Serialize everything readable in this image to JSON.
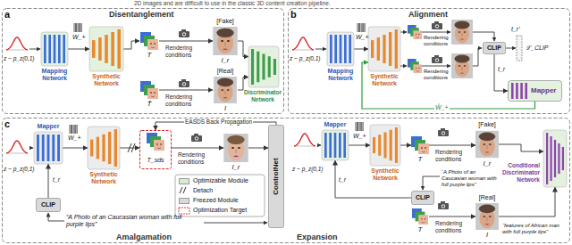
{
  "diagram": {
    "nodes": [
      {
        "text": [
          "a",
          "Disentanglement"
        ]
      },
      {
        "text": [
          "Mapping Network"
        ],
        "in": 0
      },
      {
        "text": [
          "Synthetic Network"
        ],
        "in": 0
      },
      {
        "text": [
          "T"
        ],
        "in": 0
      },
      {
        "text": [
          "[Fake]",
          "I_r"
        ],
        "in": 0
      },
      {
        "text": [
          "T̂"
        ],
        "in": 0
      },
      {
        "text": [
          "[Real]",
          "I"
        ],
        "in": 0
      },
      {
        "text": [
          "Discriminator Network"
        ],
        "in": 0
      },
      {
        "text": [
          "b",
          "Alignment"
        ]
      },
      {
        "text": [
          "Mapping Network"
        ],
        "in": 8
      },
      {
        "text": [
          "Synthetic Network"
        ],
        "in": 8
      },
      {
        "text": [
          "CLIP"
        ],
        "in": 8
      },
      {
        "text": [
          "Mapper"
        ],
        "in": 8
      },
      {
        "text": [
          "c",
          "Amalgamation",
          "Expansion"
        ]
      },
      {
        "text": [
          "Mapper"
        ],
        "in": 13
      },
      {
        "text": [
          "Synthetic Network"
        ],
        "in": 13
      },
      {
        "text": [
          "T_sds"
        ],
        "in": 13
      },
      {
        "text": [
          "I_r"
        ],
        "in": 13
      },
      {
        "text": [
          "ControlNet"
        ],
        "in": 13
      },
      {
        "text": [
          "CLIP"
        ],
        "in": 13
      },
      {
        "text": [
          "Mapper"
        ],
        "in": 13
      },
      {
        "text": [
          "Synthetic Network"
        ],
        "in": 13
      },
      {
        "text": [
          "T"
        ],
        "in": 13
      },
      {
        "text": [
          "[Fake]",
          "I_r"
        ],
        "in": 13
      },
      {
        "text": [
          "CLIP"
        ],
        "in": 13
      },
      {
        "text": [
          "T"
        ],
        "in": 13
      },
      {
        "text": [
          "[Real]",
          "I"
        ],
        "in": 13
      },
      {
        "text": [
          "Conditional Discriminator Network"
        ],
        "in": 13
      }
    ],
    "edges": [
      {
        "from": 1,
        "to": 2,
        "arrow": "to"
      },
      {
        "from": 2,
        "to": 3,
        "arrow": "to"
      },
      {
        "from": 3,
        "to": 4,
        "arrow": "to",
        "label": "Rendering conditions"
      },
      {
        "from": 5,
        "to": 6,
        "arrow": "to",
        "label": "Rendering conditions"
      },
      {
        "from": 4,
        "to": 7,
        "arrow": "to"
      },
      {
        "from": 6,
        "to": 7,
        "arrow": "to"
      },
      {
        "from": 9,
        "to": 10,
        "arrow": "to"
      },
      {
        "from": 11,
        "to": 12,
        "arrow": "to",
        "label": "t_r"
      },
      {
        "from": 12,
        "to": 10,
        "arrow": "to",
        "label": "Ŵ_+"
      },
      {
        "from": 14,
        "to": 15,
        "arrow": "to"
      },
      {
        "from": 15,
        "to": 16,
        "arrow": "to"
      },
      {
        "from": 16,
        "to": 17,
        "arrow": "to",
        "label": "Rendering conditions"
      },
      {
        "from": 17,
        "to": 18,
        "arrow": "to"
      },
      {
        "from": 18,
        "to": 16,
        "arrow": "to",
        "label": "EASDS Back Propagation"
      },
      {
        "from": 19,
        "to": 14,
        "arrow": "to",
        "label": "t_r"
      },
      {
        "from": 20,
        "to": 21,
        "arrow": "to"
      },
      {
        "from": 21,
        "to": 22,
        "arrow": "to"
      },
      {
        "from": 22,
        "to": 23,
        "arrow": "to",
        "label": "Rendering conditions"
      },
      {
        "from": 23,
        "to": 27,
        "arrow": "to"
      },
      {
        "from": 25,
        "to": 26,
        "arrow": "to",
        "label": "Rendering conditions"
      },
      {
        "from": 26,
        "to": 27,
        "arrow": "to"
      },
      {
        "from": 24,
        "to": 20,
        "arrow": "to",
        "label": "t_r"
      }
    ],
    "labels": [
      "2D images and are difficult to use in the classic 3D content creation pipeline.",
      "z ~ p_z(0,1)",
      "W_+",
      "z ~ p_z(0,1)",
      "W_+",
      "Rendering conditions",
      "Rendering conditions",
      "t_r'",
      "ℒ_CLIP",
      "z ~ p_z(0,1)",
      "W_+",
      "“A Photo of an Caucasian woman with full purple lips”",
      "z ~ p_z(0,1)",
      "W_+",
      "“A Photo of an Caucasian woman with full purple lips”",
      "“features of African man with full purple lips”"
    ],
    "legend": [
      {
        "text": "Optimizable Module",
        "color": "#d5ecd1"
      },
      {
        "text": "Detach"
      },
      {
        "text": "Freezed Module",
        "color": "#d9d9d9"
      },
      {
        "text": "Optimization Target"
      }
    ]
  }
}
